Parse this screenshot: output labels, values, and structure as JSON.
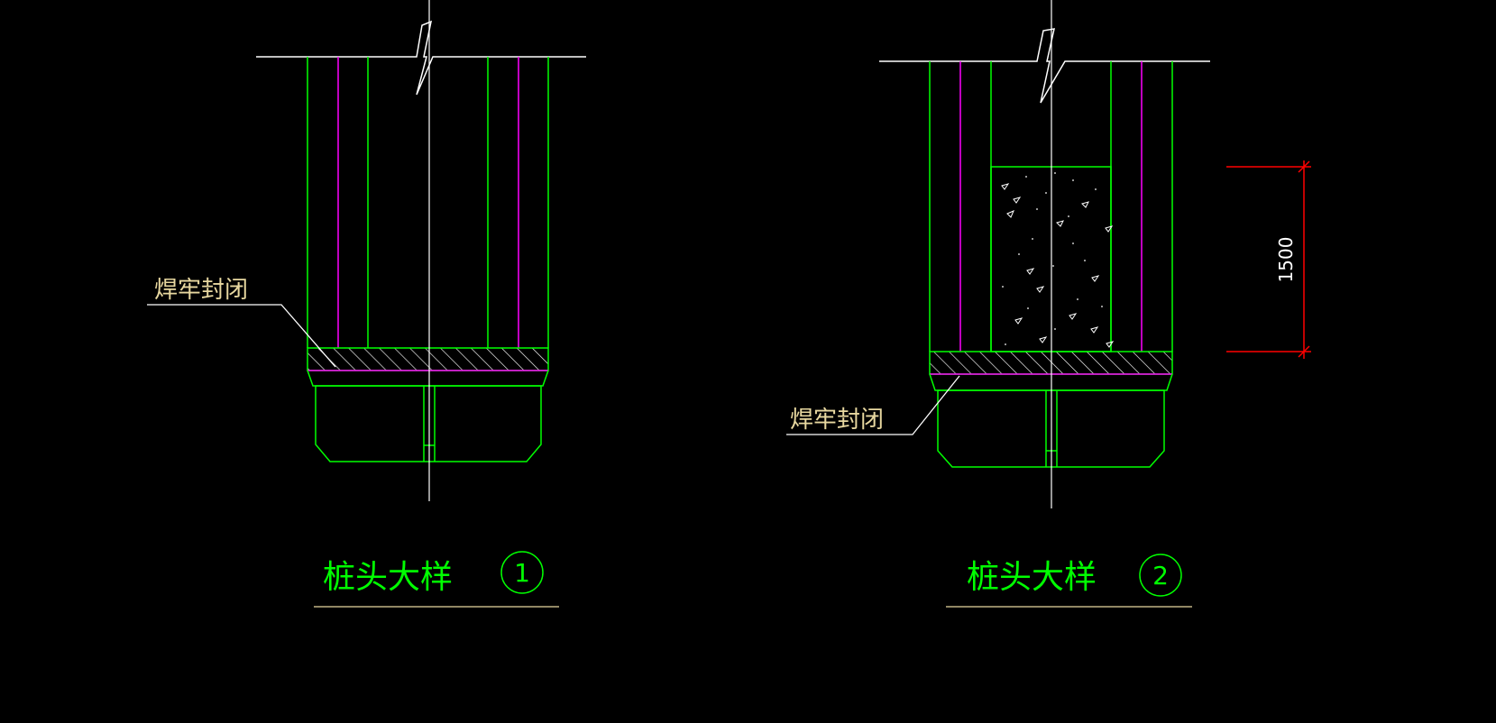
{
  "colors": {
    "background": "#000000",
    "outline": "#00ff00",
    "rebar": "#ff00ff",
    "centerline": "#ffffff",
    "leader": "#ffffff",
    "dimension": "#ff0000",
    "note_text": "#e8d8a0",
    "title_underline": "#e8d8a0"
  },
  "detail1": {
    "note": "焊牢封闭",
    "title": "桩头大样",
    "number": "1"
  },
  "detail2": {
    "note": "焊牢封闭",
    "title": "桩头大样",
    "number": "2",
    "dimension": "1500"
  }
}
